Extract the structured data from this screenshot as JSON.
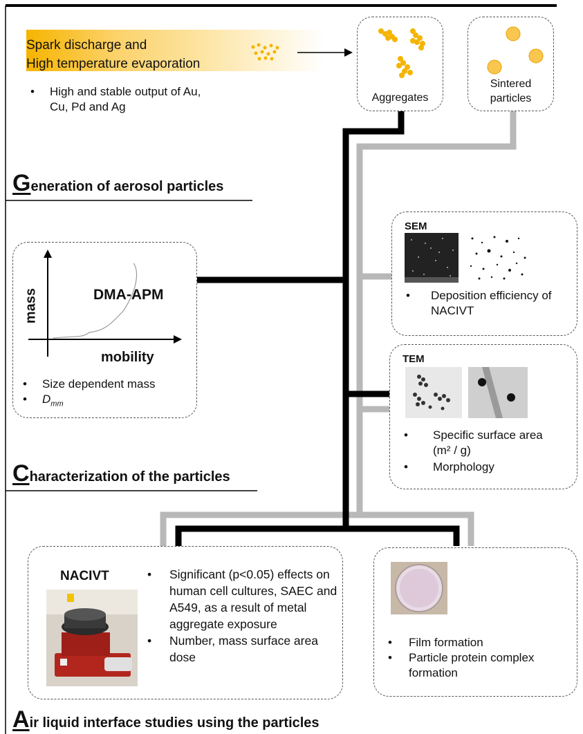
{
  "generation": {
    "source_line1": "Spark discharge and",
    "source_line2": "High temperature evaporation",
    "bullet": "High and stable output of Au, Cu, Pd and Ag",
    "aggregates_label": "Aggregates",
    "sintered_label": "Sintered particles",
    "title_initial": "G",
    "title_rest": "eneration of aerosol particles"
  },
  "characterization": {
    "dma_label": "DMA-APM",
    "y_axis_label": "mass",
    "x_axis_label": "mobility",
    "dma_bullets": [
      "Size dependent  mass",
      "D"
    ],
    "dmm_subscript": "mm",
    "sem_label": "SEM",
    "sem_bullet": "Deposition efficiency of NACIVT",
    "tem_label": "TEM",
    "tem_bullets": [
      "Specific surface area",
      "Morphology"
    ],
    "tem_unit": "(m² / g)",
    "title_initial": "C",
    "title_rest": "haracterization of the particles"
  },
  "ali": {
    "nacivt_label": "NACIVT",
    "nacivt_bullets": [
      "Significant (p<0.05) effects on human cell cultures, SAEC and A549, as a result of metal aggregate exposure",
      "Number, mass surface area dose"
    ],
    "film_bullets": [
      "Film formation",
      "Particle protein complex formation"
    ],
    "title_initial": "A",
    "title_rest": "ir liquid interface studies using the particles"
  },
  "colors": {
    "black_path": "#000000",
    "gray_path": "#b8b8b8",
    "particle": "#f4b400",
    "glow": "#fbc02d"
  }
}
